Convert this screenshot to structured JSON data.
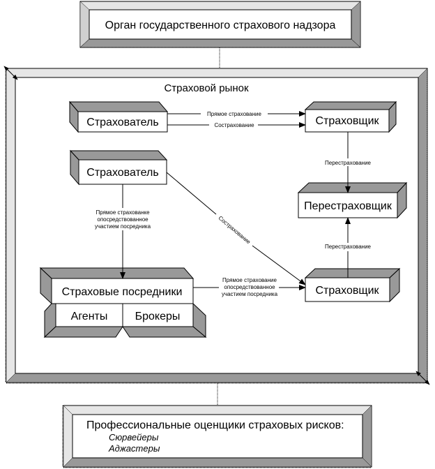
{
  "supervisor": {
    "label": "Орган государственного страхового надзора"
  },
  "market": {
    "title": "Страховой рынок",
    "nodes": {
      "insured_top": "Страхователь",
      "insurer_top": "Страховщик",
      "insured_mid": "Страхователь",
      "reinsurer": "Перестраховщик",
      "intermediaries": "Страховые посредники",
      "agents": "Агенты",
      "brokers": "Брокеры",
      "insurer_bottom": "Страховщик"
    },
    "edges": {
      "direct": "Прямое страхование",
      "coinsurance_top": "Сострахование",
      "reinsurance_top": "Перестрахование",
      "mediated_vertical": [
        "Прямое страхованке",
        "опосредствованное",
        "участием посредника"
      ],
      "coinsurance_diag": "Сострахование",
      "mediated_horizontal": [
        "Прямое страхование",
        "опосредствованное",
        "участием посредника"
      ],
      "reinsurance_bottom": "Перестрахование"
    }
  },
  "assessors": {
    "title": "Профессиональные оценщики страховых рисков:",
    "items": [
      "Сюрвейеры",
      "Аджастеры"
    ]
  },
  "colors": {
    "bevel_light": "#e6e6e6",
    "bevel_dark": "#999999",
    "bevel_mid": "#bfbfbf",
    "line": "#000000"
  }
}
